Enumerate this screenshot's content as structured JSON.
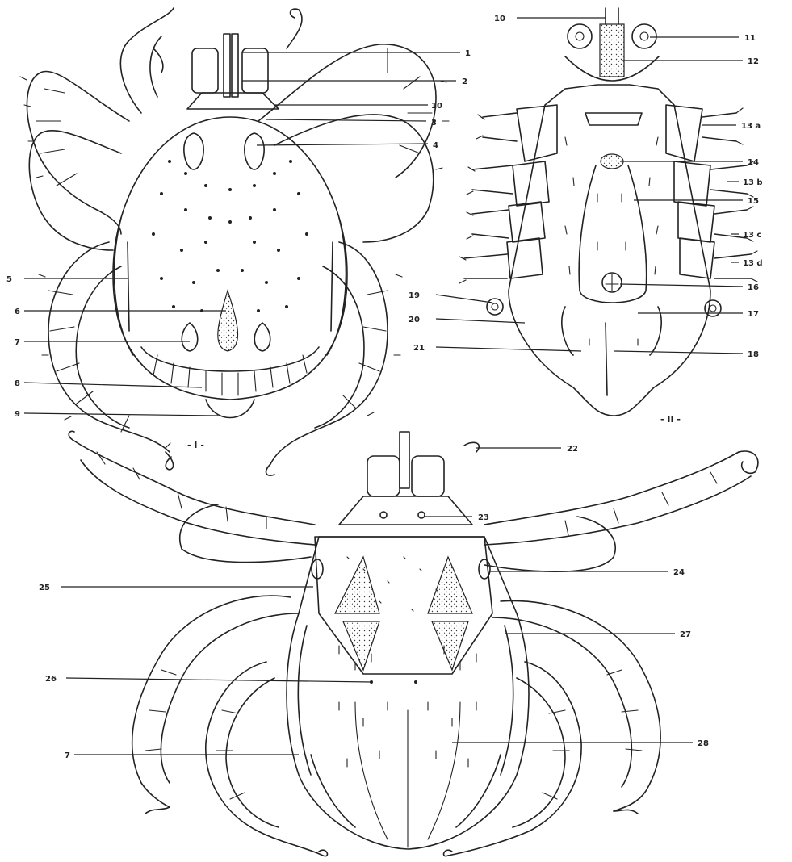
{
  "figures": {
    "fig1": {
      "caption": "- I -",
      "labels_right": [
        "1",
        "2",
        "10",
        "3",
        "4"
      ],
      "labels_left": [
        "5",
        "6",
        "7",
        "8",
        "9"
      ]
    },
    "fig2": {
      "caption": "- II -",
      "labels_right": [
        "10",
        "11",
        "12",
        "13 a",
        "14",
        "13 b",
        "15",
        "13 c",
        "13 d",
        "16",
        "17",
        "18"
      ],
      "labels_left": [
        "19",
        "20",
        "21"
      ]
    },
    "fig3": {
      "labels_right": [
        "22",
        "23",
        "24",
        "27",
        "28"
      ],
      "labels_left": [
        "25",
        "26",
        "7"
      ]
    }
  },
  "colors": {
    "ink": "#222222",
    "paper": "#ffffff"
  }
}
